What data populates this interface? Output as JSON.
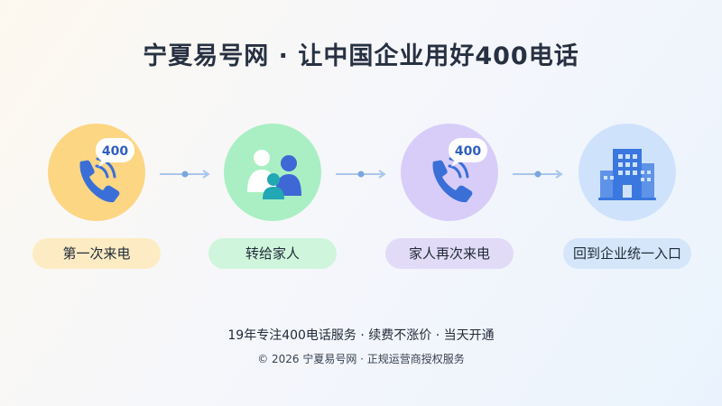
{
  "title": "宁夏易号网 · 让中国企业用好400电话",
  "steps": [
    {
      "label": "第一次来电",
      "icon": "phone-ringing-icon",
      "badge": "400",
      "color": "#fcd683"
    },
    {
      "label": "转给家人",
      "icon": "family-icon",
      "color": "#a9efc3"
    },
    {
      "label": "家人再次来电",
      "icon": "phone-ringing-icon",
      "badge": "400",
      "color": "#d8cdf8"
    },
    {
      "label": "回到企业统一入口",
      "icon": "building-icon",
      "color": "#cfe2fb"
    }
  ],
  "flow_connector": "arrow-right-icon",
  "tagline": "19年专注400电话服务 · 续费不涨价 · 当天开通",
  "copyright": "© 2026 宁夏易号网 · 正规运营商授权服务"
}
